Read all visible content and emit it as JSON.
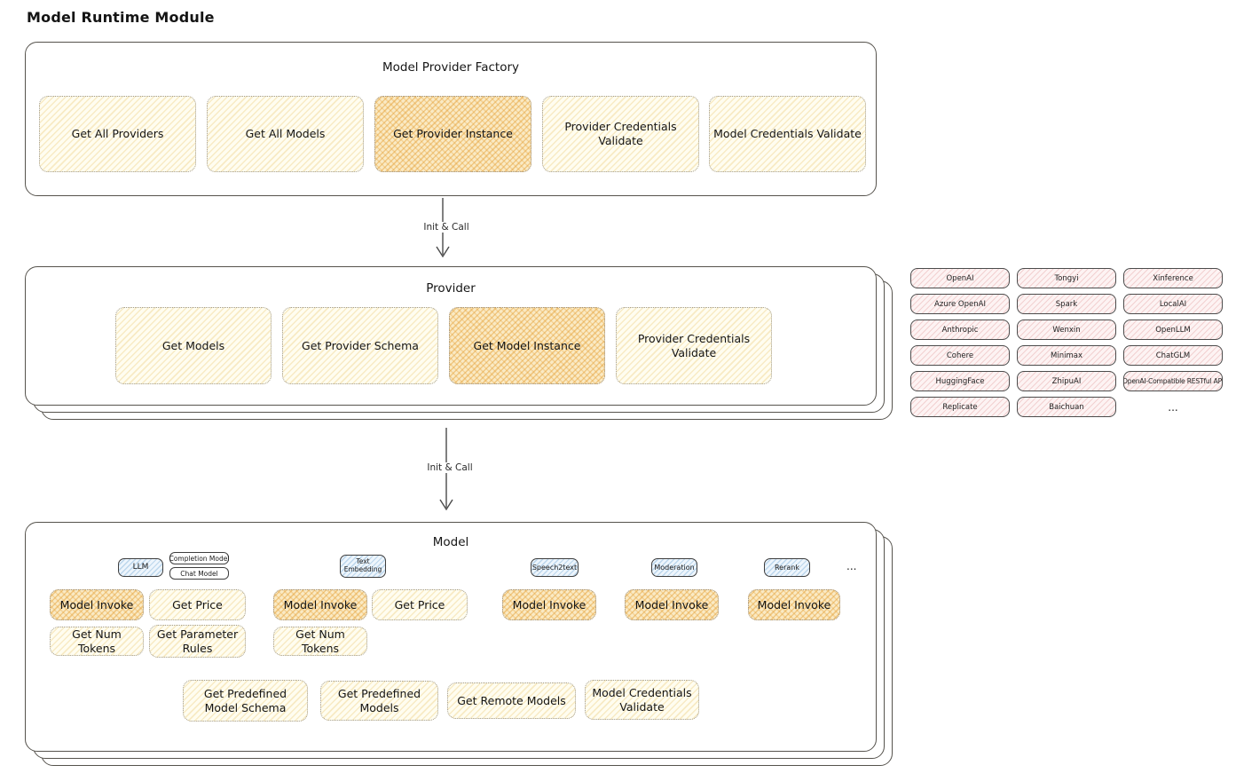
{
  "page_title": "Model Runtime Module",
  "colors": {
    "stroke": "#56534d",
    "yellow_fill": "#fffdf0",
    "orange_highlight": "#f8dca6",
    "pink_fill": "#fdf3f3",
    "blue_fill": "#edf5fc"
  },
  "arrows": {
    "top_label": "Init & Call",
    "bottom_label": "Init & Call"
  },
  "factory": {
    "title": "Model Provider Factory",
    "buttons": [
      {
        "label": "Get All Providers",
        "highlighted": false
      },
      {
        "label": "Get All Models",
        "highlighted": false
      },
      {
        "label": "Get Provider Instance",
        "highlighted": true
      },
      {
        "label": "Provider Credentials Validate",
        "highlighted": false
      },
      {
        "label": "Model Credentials Validate",
        "highlighted": false
      }
    ]
  },
  "provider": {
    "title": "Provider",
    "buttons": [
      {
        "label": "Get Models",
        "highlighted": false
      },
      {
        "label": "Get Provider Schema",
        "highlighted": false
      },
      {
        "label": "Get Model Instance",
        "highlighted": true
      },
      {
        "label": "Provider Credentials Validate",
        "highlighted": false
      }
    ]
  },
  "providers": {
    "items": [
      "OpenAI",
      "Tongyi",
      "Xinference",
      "Azure OpenAI",
      "Spark",
      "LocalAI",
      "Anthropic",
      "Wenxin",
      "OpenLLM",
      "Cohere",
      "Minimax",
      "ChatGLM",
      "HuggingFace",
      "ZhipuAI",
      "OpenAI-Compatible RESTful API",
      "Replicate",
      "Baichuan"
    ],
    "more": "..."
  },
  "model": {
    "title": "Model",
    "tags": [
      "LLM",
      "Completion Model",
      "Chat Model",
      "Text Embedding",
      "Speech2text",
      "Moderation",
      "Rerank"
    ],
    "more": "...",
    "buttons": {
      "model_invoke": "Model Invoke",
      "get_price": "Get Price",
      "get_num_tokens": "Get Num Tokens",
      "get_parameter_rules": "Get Parameter Rules",
      "get_predefined_model_schema": "Get Predefined Model Schema",
      "get_predefined_models": "Get Predefined Models",
      "get_remote_models": "Get Remote Models",
      "model_credentials_validate": "Model Credentials Validate"
    }
  }
}
